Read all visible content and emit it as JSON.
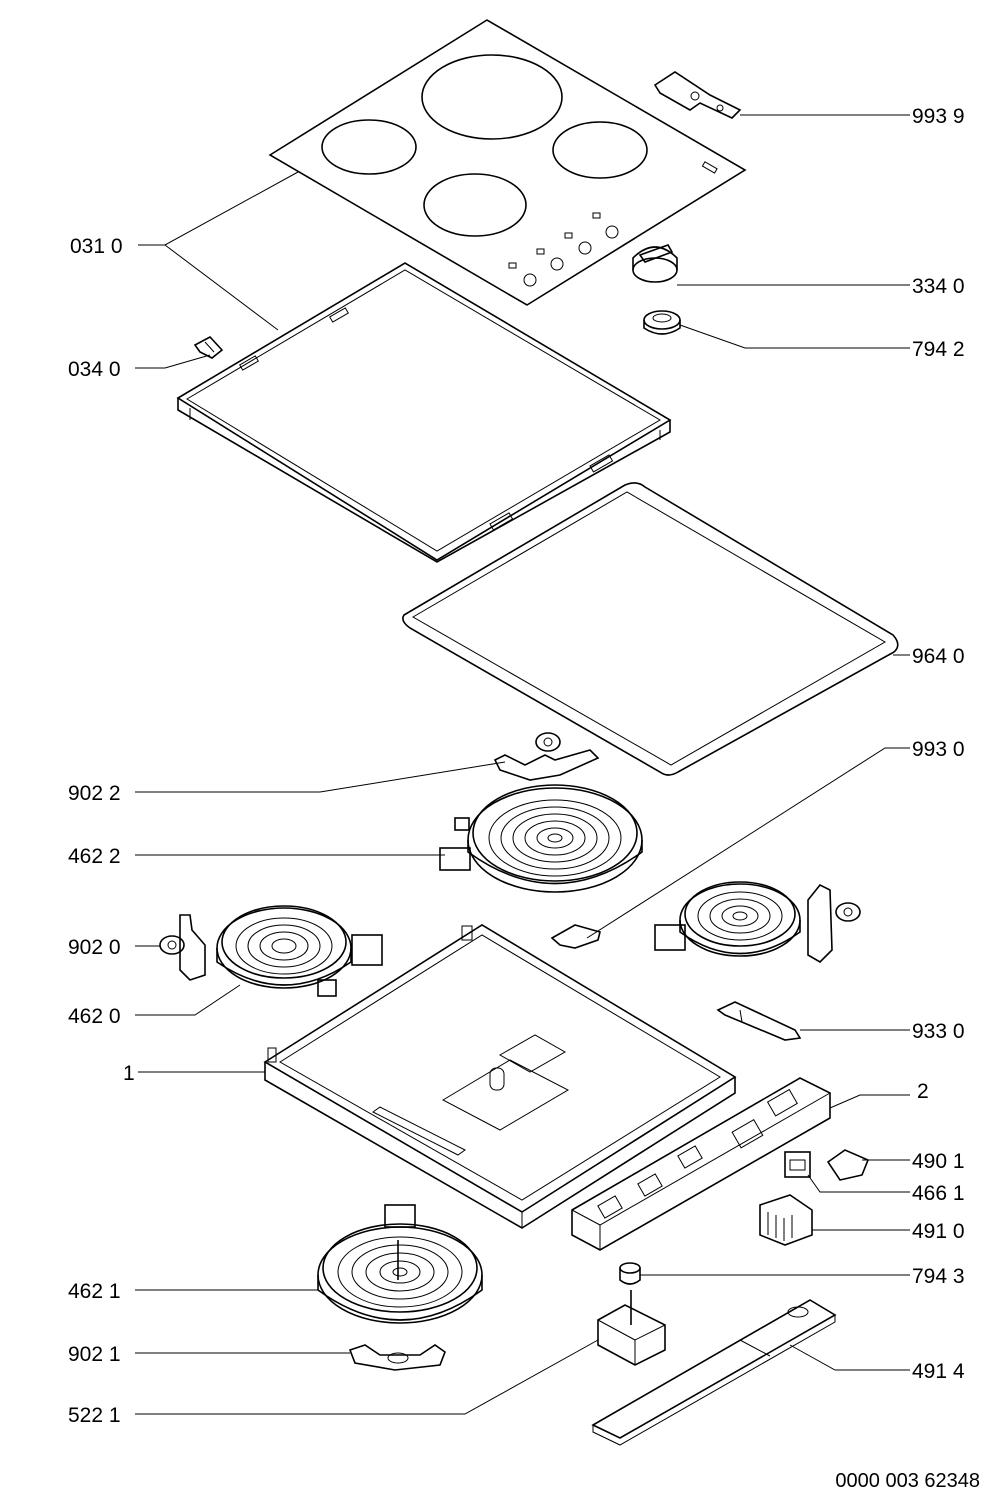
{
  "diagram": {
    "labels": {
      "l_9939": "993 9",
      "l_0310": "031 0",
      "l_3340": "334 0",
      "l_0340": "034 0",
      "l_7942": "794 2",
      "l_9640": "964 0",
      "l_9930": "993 0",
      "l_9022": "902 2",
      "l_4622": "462 2",
      "l_9020": "902 0",
      "l_4620": "462 0",
      "l_9330": "933 0",
      "l_1": "1",
      "l_2": "2",
      "l_4901": "490 1",
      "l_4661": "466 1",
      "l_4910": "491 0",
      "l_7943": "794 3",
      "l_4621": "462 1",
      "l_9021": "902 1",
      "l_4914": "491 4",
      "l_5221": "522 1"
    },
    "document_number": "0000 003 62348"
  }
}
